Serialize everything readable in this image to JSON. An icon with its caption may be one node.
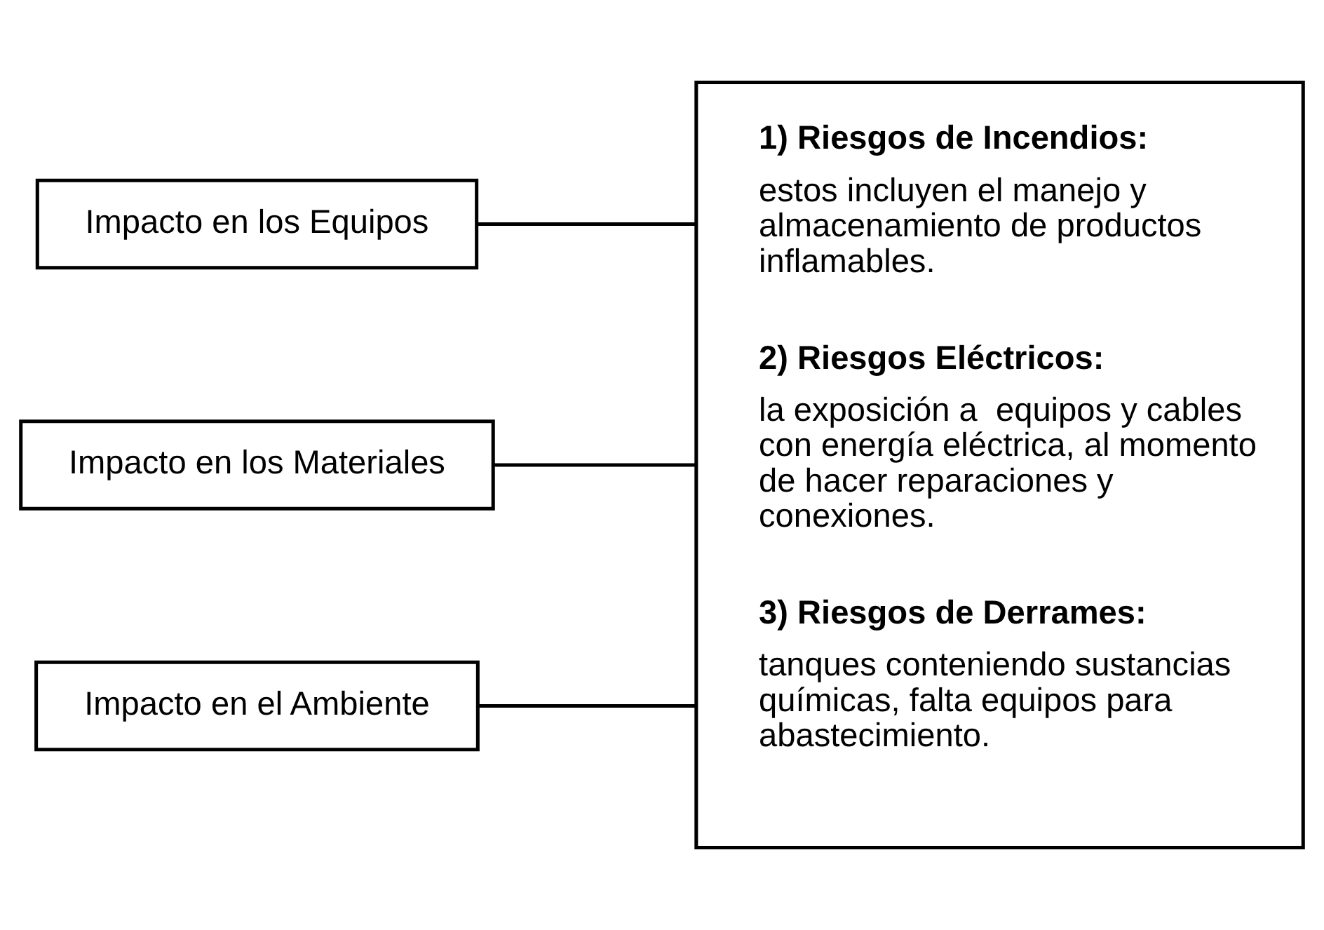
{
  "diagram": {
    "nodes": [
      {
        "text": [
          "Impacto en los Equipos"
        ]
      },
      {
        "text": [
          "Impacto en los Materiales"
        ]
      },
      {
        "text": [
          "Impacto en el Ambiente"
        ]
      },
      {
        "text": [
          "1) Riesgos de Incendios:",
          "estos incluyen el manejo y almacenamiento de productos inflamables.",
          "2) Riesgos Eléctricos:",
          "la exposición a  equipos y cables con energía eléctrica, al momento de hacer reparaciones y conexiones.",
          "3) Riesgos de Derrames:",
          "tanques conteniendo sustancias químicas, falta equipos para abastecimiento."
        ]
      }
    ],
    "edges": [
      {
        "from": 0,
        "to": 3,
        "arrow": "none"
      },
      {
        "from": 1,
        "to": 3,
        "arrow": "none"
      },
      {
        "from": 2,
        "to": 3,
        "arrow": "none"
      }
    ]
  }
}
